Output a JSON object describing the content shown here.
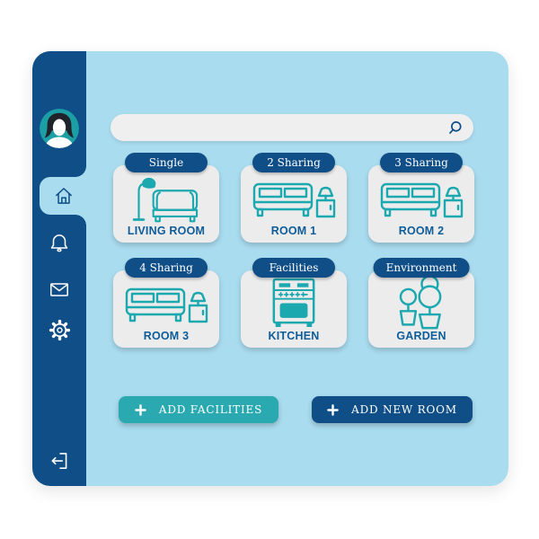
{
  "colors": {
    "sidebar_blue": "#0F4E87",
    "main_light_blue": "#A9DCEF",
    "card_gray": "#ECECEC",
    "accent_teal": "#1CA8AF",
    "button_teal": "#2AA9B1",
    "label_blue": "#0E5C99",
    "search_bg": "#EFEFEF"
  },
  "sidebar": {
    "icons": [
      "user-avatar",
      "home-icon",
      "bell-icon",
      "mail-icon",
      "gear-icon",
      "logout-icon"
    ],
    "active_item": "home"
  },
  "search": {
    "value": "",
    "placeholder": "",
    "icon": "search-icon"
  },
  "cards": [
    {
      "badge": "Single",
      "label": "LIVING ROOM",
      "icon": "sofa-lamp-icon"
    },
    {
      "badge": "2 Sharing",
      "label": "ROOM 1",
      "icon": "bed-icon"
    },
    {
      "badge": "3 Sharing",
      "label": "ROOM 2",
      "icon": "bed-icon"
    },
    {
      "badge": "4 Sharing",
      "label": "ROOM 3",
      "icon": "bed-icon"
    },
    {
      "badge": "Facilities",
      "label": "KITCHEN",
      "icon": "stove-icon"
    },
    {
      "badge": "Environment",
      "label": "GARDEN",
      "icon": "garden-icon"
    }
  ],
  "buttons": [
    {
      "label": "ADD FACILITIES",
      "icon": "plus-icon",
      "color": "#2AA9B1"
    },
    {
      "label": "ADD NEW ROOM",
      "icon": "plus-icon",
      "color": "#0F4E87"
    }
  ]
}
